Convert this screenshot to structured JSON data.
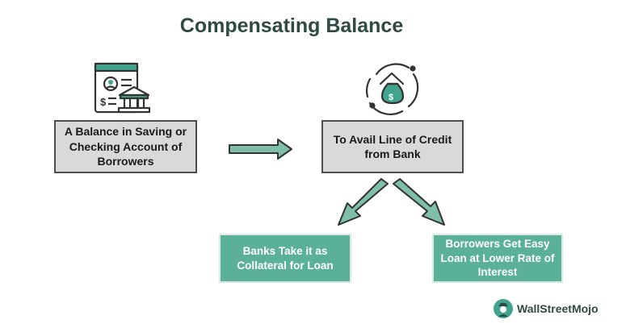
{
  "diagram": {
    "title": "Compensating Balance",
    "nodes": {
      "balance": "A Balance in Saving or Checking  Account of Borrowers",
      "line_of_credit": "To Avail Line of Credit from Bank",
      "collateral": "Banks Take it as Collateral for Loan",
      "easy_loan": "Borrowers Get Easy Loan at Lower Rate of Interest"
    },
    "edges": [
      {
        "from": "balance",
        "to": "line_of_credit"
      },
      {
        "from": "line_of_credit",
        "to": "collateral"
      },
      {
        "from": "line_of_credit",
        "to": "easy_loan"
      }
    ]
  },
  "icons": [
    "document-bank-icon",
    "money-bag-house-icon"
  ],
  "logo": {
    "text": "WallStreetMojo"
  },
  "colors": {
    "title": "#2f4a44",
    "grey_box": "#d9d9d9",
    "green_box": "#5bb09a",
    "arrow": "#7ebfac",
    "icon_accent": "#40a48f"
  }
}
